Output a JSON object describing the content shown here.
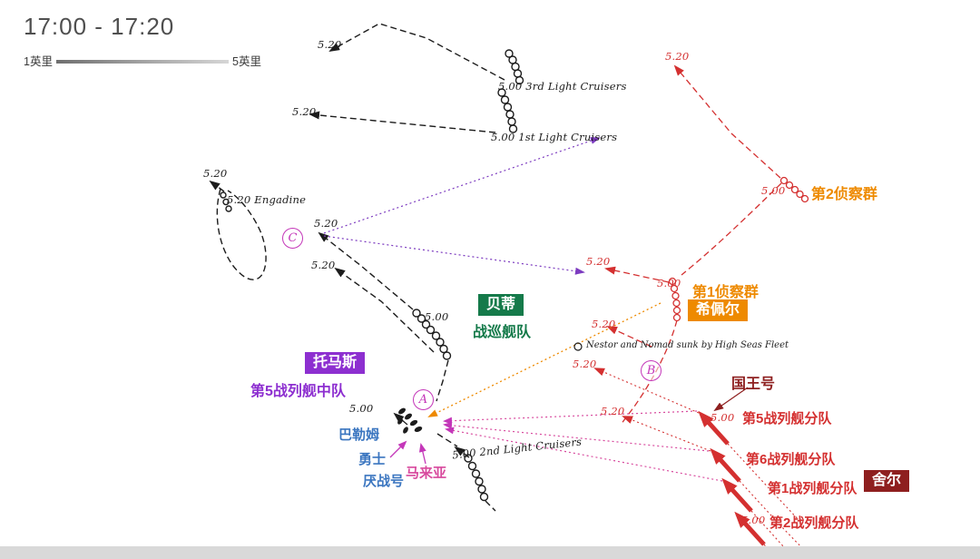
{
  "title": "17:00 - 17:20",
  "scale": {
    "left": "1英里",
    "right": "5英里"
  },
  "times": {
    "t500": "5.00",
    "t520": "5.20"
  },
  "units": {
    "lc3": "3rd Light Cruisers",
    "lc1": "1st Light Cruisers",
    "lc2": "2nd Light Cruisers",
    "engadine": "Engadine",
    "nestor_note": "Nestor and Nomad sunk by High Seas Fleet",
    "sg2": "第2侦察群",
    "sg1": "第1侦察群",
    "hipper": "希佩尔",
    "beatty": "贝蒂",
    "bcf": "战巡舰队",
    "thomas": "托马斯",
    "bs5": "第5战列舰中队",
    "koenig": "国王号",
    "div5": "第5战列舰分队",
    "div6": "第6战列舰分队",
    "div1": "第1战列舰分队",
    "div2": "第2战列舰分队",
    "scheer": "舍尔",
    "barham": "巴勒姆",
    "valiant": "勇士",
    "warspite": "厌战号",
    "malaya": "马来亚"
  },
  "waypoints": {
    "a": "A",
    "b": "B",
    "c": "C"
  },
  "colors": {
    "british": "#1c1c1c",
    "german": "#d43030",
    "magenta": "#c437b9",
    "violet": "#7d3cc0",
    "orange": "#ee8a00",
    "green": "#157a4a",
    "purple": "#8d2fd0",
    "darkred": "#8e1f1f",
    "blue": "#3b76c0",
    "pink": "#d84a9e",
    "title_gray": "#4f4f4f"
  }
}
